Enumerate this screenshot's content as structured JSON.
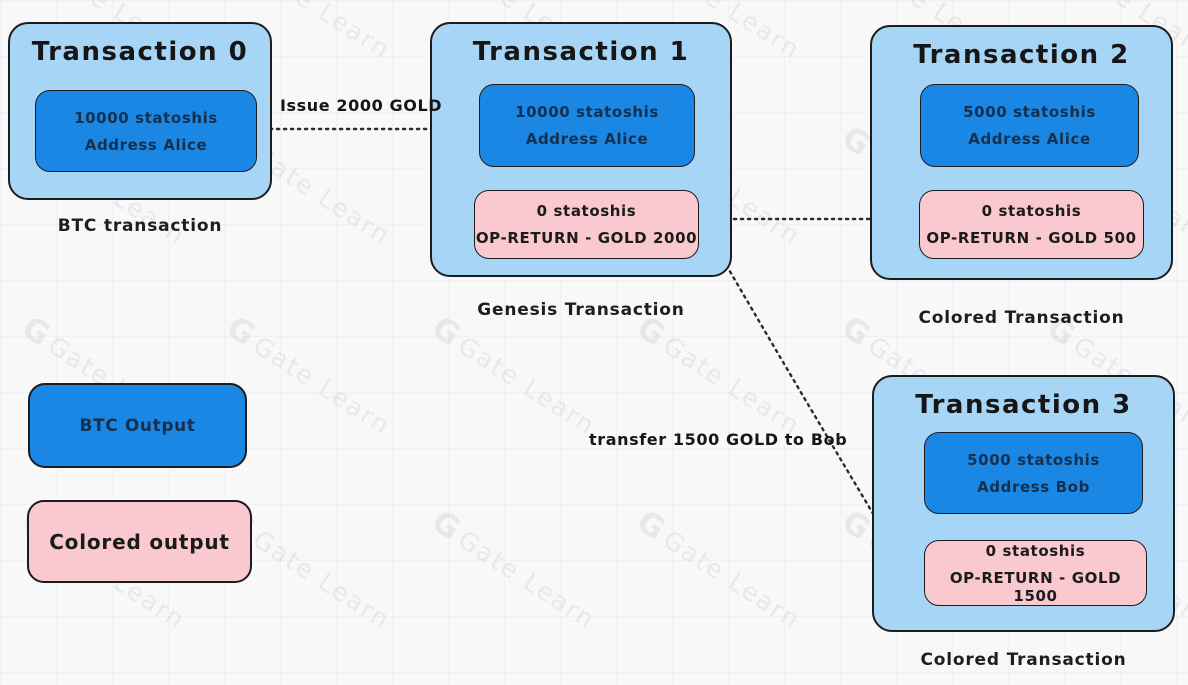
{
  "colors": {
    "background": "#f8f8f9",
    "card_fill": "#a7d5f6",
    "btc_output_fill": "#1b87e5",
    "colored_output_fill": "#f9c9cf",
    "stroke": "#1c1c1c",
    "arrow": "#2b2b2b"
  },
  "watermark": {
    "logo": "G",
    "text": "Gate Learn"
  },
  "transactions": [
    {
      "title": "Transaction 0",
      "caption": "BTC transaction",
      "outputs": [
        {
          "type": "btc",
          "line1": "10000 statoshis",
          "line2": "Address Alice"
        }
      ]
    },
    {
      "title": "Transaction 1",
      "caption": "Genesis Transaction",
      "outputs": [
        {
          "type": "btc",
          "line1": "10000 statoshis",
          "line2": "Address Alice"
        },
        {
          "type": "colored",
          "line1": "0 statoshis",
          "line2": "OP-RETURN - GOLD 2000"
        }
      ]
    },
    {
      "title": "Transaction 2",
      "caption": "Colored Transaction",
      "outputs": [
        {
          "type": "btc",
          "line1": "5000 statoshis",
          "line2": "Address Alice"
        },
        {
          "type": "colored",
          "line1": "0 statoshis",
          "line2": "OP-RETURN - GOLD 500"
        }
      ]
    },
    {
      "title": "Transaction 3",
      "caption": "Colored Transaction",
      "outputs": [
        {
          "type": "btc",
          "line1": "5000 statoshis",
          "line2": "Address Bob"
        },
        {
          "type": "colored",
          "line1": "0 statoshis",
          "line2": "OP-RETURN - GOLD 1500"
        }
      ]
    }
  ],
  "arrows": {
    "issue_label": "Issue 2000 GOLD",
    "transfer_label": "transfer 1500 GOLD to Bob"
  },
  "legend": {
    "btc_label": "BTC Output",
    "colored_label": "Colored output"
  }
}
